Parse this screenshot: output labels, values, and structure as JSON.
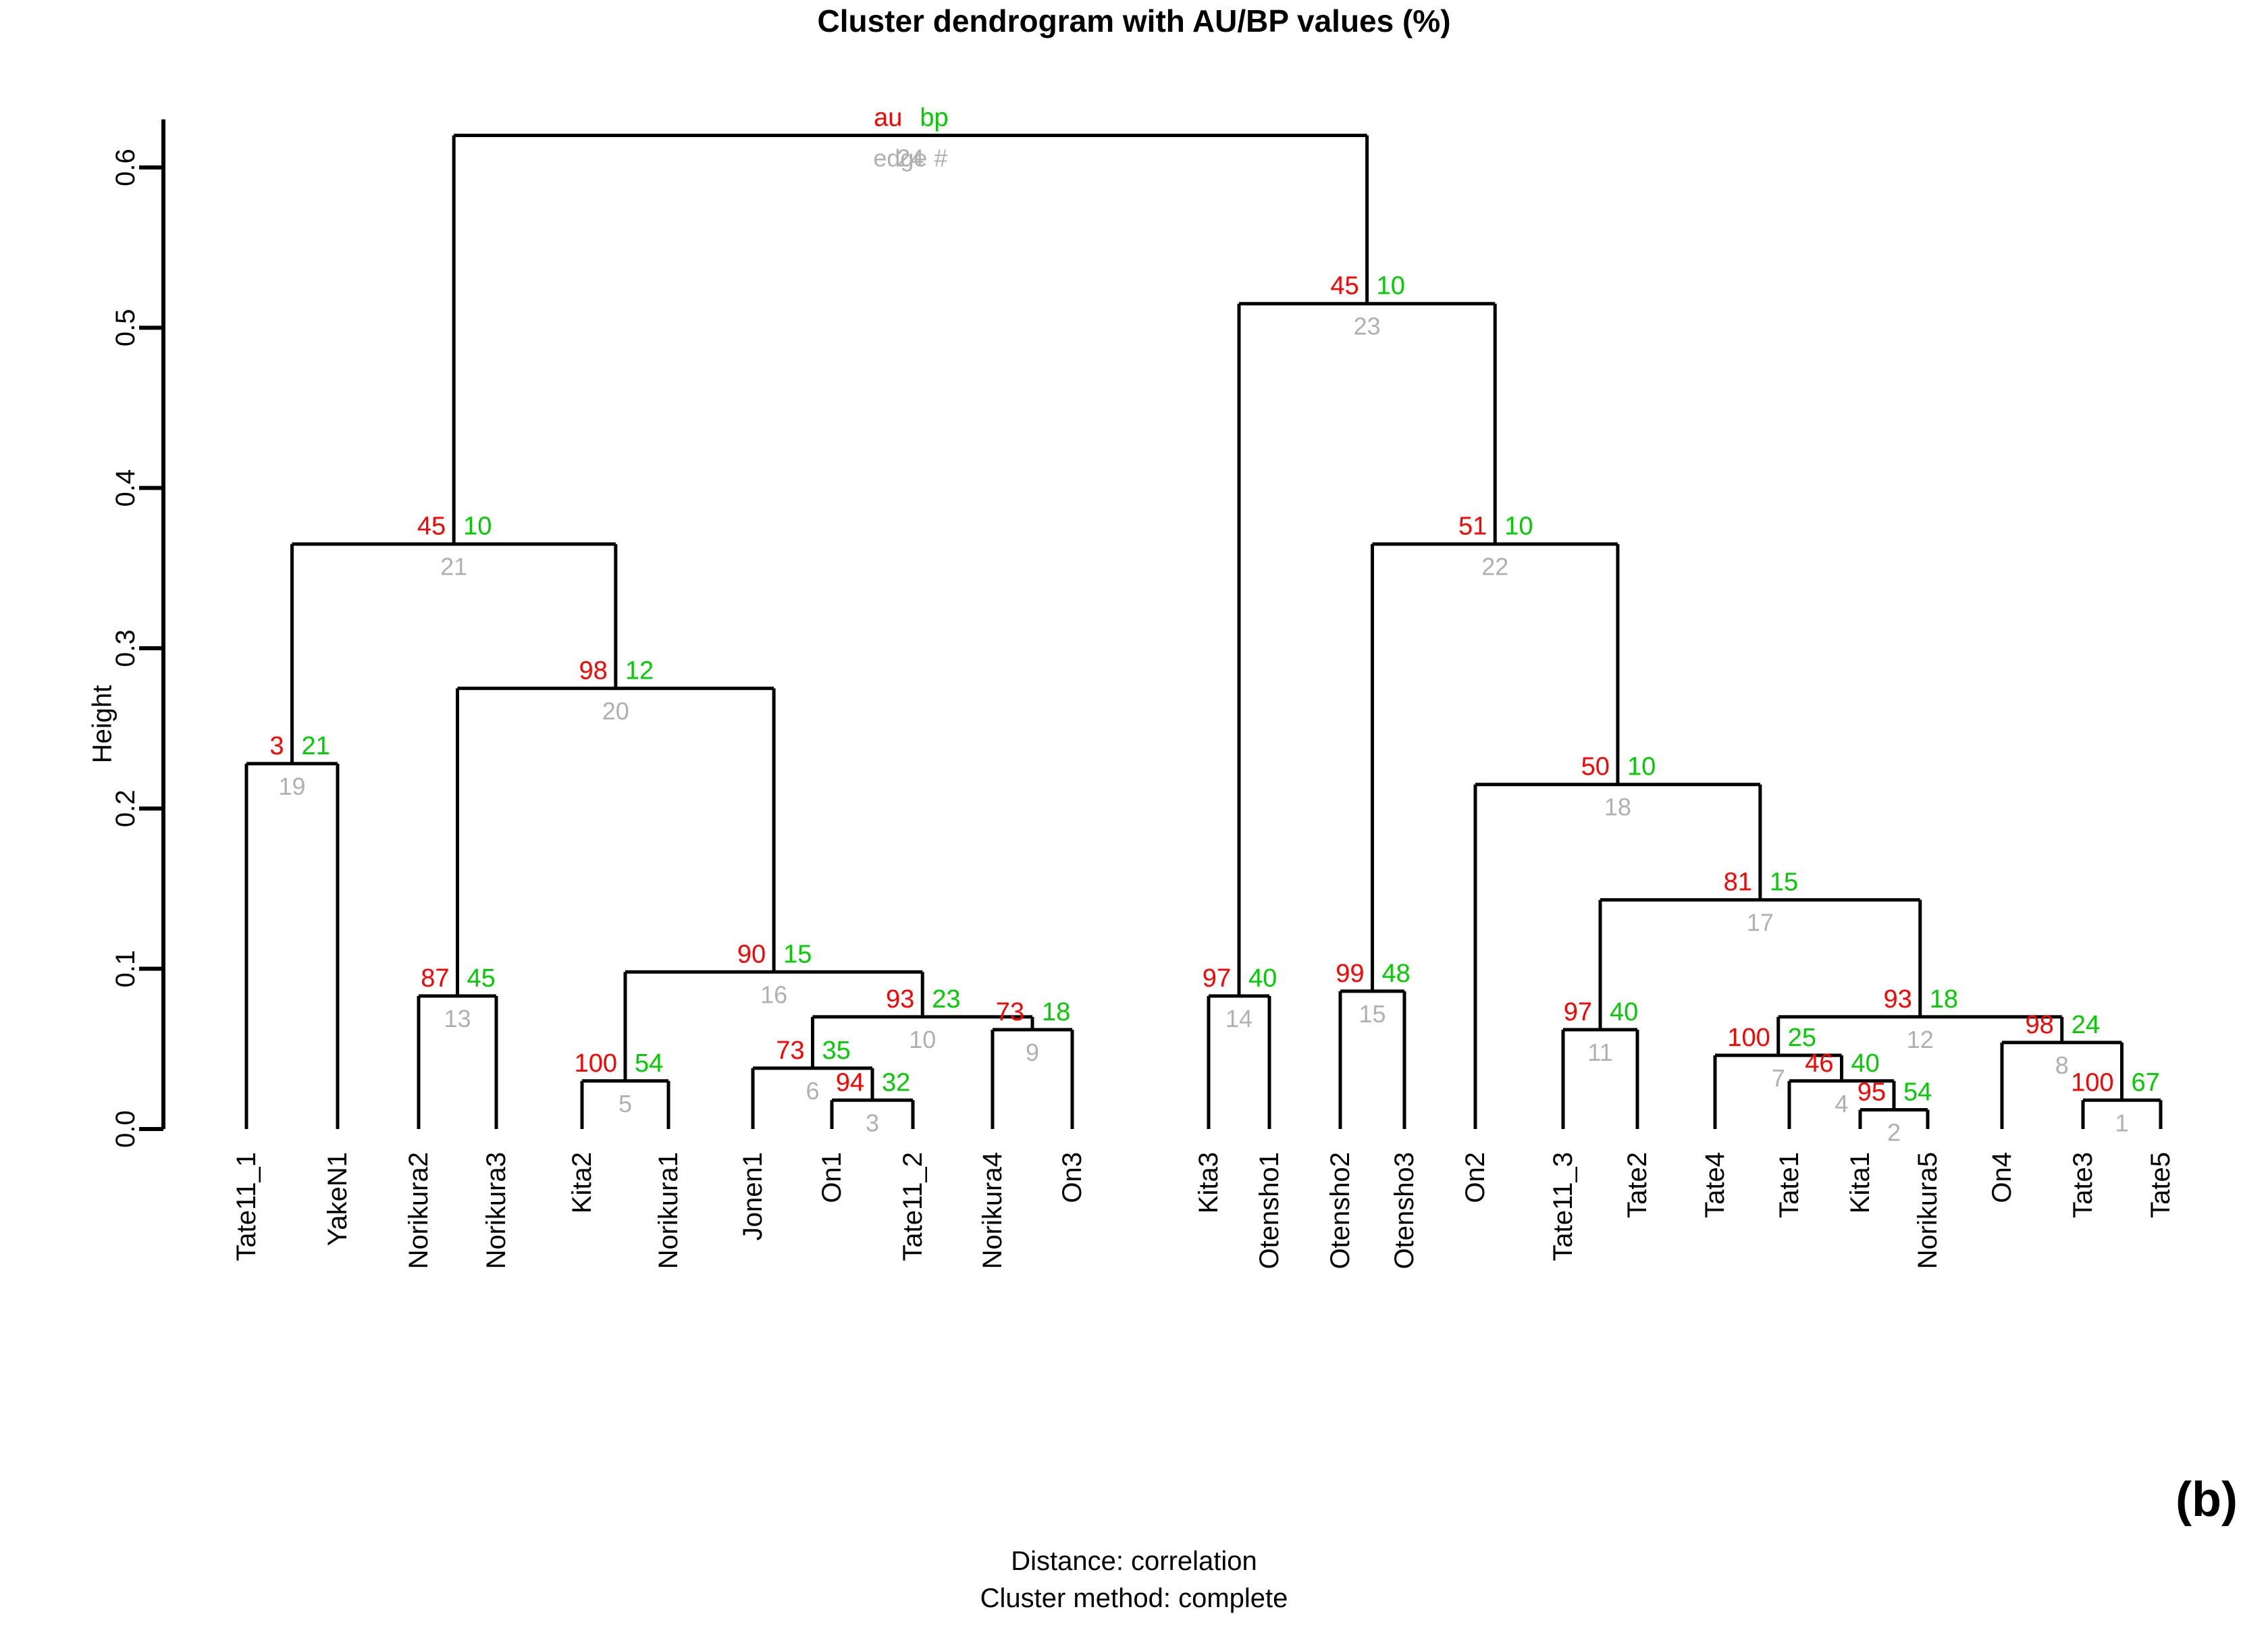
{
  "title": "Cluster dendrogram with AU/BP values (%)",
  "axis": {
    "ylabel": "Height",
    "ticks": [
      "0.0",
      "0.1",
      "0.2",
      "0.3",
      "0.4",
      "0.5",
      "0.6"
    ],
    "tick_values": [
      0.0,
      0.1,
      0.2,
      0.3,
      0.4,
      0.5,
      0.6
    ]
  },
  "legend": {
    "au": "au",
    "bp": "bp",
    "edge": "edge #"
  },
  "caption": {
    "distance": "Distance:  correlation",
    "method": "Cluster method: complete"
  },
  "panel_label": "(b)",
  "colors": {
    "au": "#ff0000",
    "bp": "#00cc00",
    "edge": "#b0b0b0",
    "branch": "#000000"
  },
  "chart_data": {
    "type": "dendrogram",
    "title": "Cluster dendrogram with AU/BP values (%)",
    "xlabel": "",
    "ylabel": "Height",
    "ylim": [
      0.0,
      0.63
    ],
    "grid": false,
    "distance": "correlation",
    "cluster_method": "complete",
    "leaves": [
      "Tate11_1",
      "YakeN1",
      "Norikura2",
      "Norikura3",
      "Kita2",
      "Norikura1",
      "Jonen1",
      "On1",
      "Tate11_2",
      "Norikura4",
      "On3",
      "Kita3",
      "Otensho1",
      "Otensho2",
      "Otensho3",
      "On2",
      "Tate11_3",
      "Tate2",
      "Tate4",
      "Tate1",
      "Kita1",
      "Norikura5",
      "On4",
      "Tate3",
      "Tate5"
    ],
    "nodes": [
      {
        "edge": 1,
        "au": 100,
        "bp": 67,
        "height": 0.018,
        "children": [
          "Tate3",
          "Tate5"
        ]
      },
      {
        "edge": 2,
        "au": 95,
        "bp": 54,
        "height": 0.012,
        "children": [
          "Kita1",
          "Norikura5"
        ]
      },
      {
        "edge": 3,
        "au": 94,
        "bp": 32,
        "height": 0.018,
        "children": [
          "On1",
          "Tate11_2"
        ]
      },
      {
        "edge": 4,
        "au": 46,
        "bp": 40,
        "height": 0.03,
        "children": [
          "Tate1",
          "node2"
        ]
      },
      {
        "edge": 5,
        "au": 100,
        "bp": 54,
        "height": 0.03,
        "children": [
          "Kita2",
          "Norikura1"
        ]
      },
      {
        "edge": 6,
        "au": 73,
        "bp": 35,
        "height": 0.038,
        "children": [
          "Jonen1",
          "node3"
        ]
      },
      {
        "edge": 7,
        "au": 100,
        "bp": 25,
        "height": 0.046,
        "children": [
          "Tate4",
          "node4"
        ]
      },
      {
        "edge": 8,
        "au": 98,
        "bp": 24,
        "height": 0.054,
        "children": [
          "On4",
          "node1"
        ]
      },
      {
        "edge": 9,
        "au": 73,
        "bp": 18,
        "height": 0.062,
        "children": [
          "Norikura4",
          "On3"
        ]
      },
      {
        "edge": 10,
        "au": 93,
        "bp": 23,
        "height": 0.07,
        "children": [
          "node6",
          "node9"
        ]
      },
      {
        "edge": 11,
        "au": 97,
        "bp": 40,
        "height": 0.062,
        "children": [
          "Tate11_3",
          "Tate2"
        ]
      },
      {
        "edge": 12,
        "au": 93,
        "bp": 18,
        "height": 0.07,
        "children": [
          "node7",
          "node8"
        ]
      },
      {
        "edge": 13,
        "au": 87,
        "bp": 45,
        "height": 0.083,
        "children": [
          "Norikura2",
          "Norikura3"
        ]
      },
      {
        "edge": 14,
        "au": 97,
        "bp": 40,
        "height": 0.083,
        "children": [
          "Kita3",
          "Otensho1"
        ]
      },
      {
        "edge": 15,
        "au": 99,
        "bp": 48,
        "height": 0.086,
        "children": [
          "Otensho2",
          "Otensho3"
        ]
      },
      {
        "edge": 16,
        "au": 90,
        "bp": 15,
        "height": 0.098,
        "children": [
          "node5",
          "node10"
        ]
      },
      {
        "edge": 17,
        "au": 81,
        "bp": 15,
        "height": 0.143,
        "children": [
          "node11",
          "node12"
        ]
      },
      {
        "edge": 18,
        "au": 50,
        "bp": 10,
        "height": 0.215,
        "children": [
          "On2",
          "node17"
        ]
      },
      {
        "edge": 19,
        "au": 3,
        "bp": 21,
        "height": 0.228,
        "children": [
          "Tate11_1",
          "YakeN1"
        ]
      },
      {
        "edge": 20,
        "au": 98,
        "bp": 12,
        "height": 0.275,
        "children": [
          "node13",
          "node16"
        ]
      },
      {
        "edge": 21,
        "au": 45,
        "bp": 10,
        "height": 0.365,
        "children": [
          "node19",
          "node20"
        ]
      },
      {
        "edge": 22,
        "au": 51,
        "bp": 10,
        "height": 0.365,
        "children": [
          "node15",
          "node18"
        ]
      },
      {
        "edge": 23,
        "au": 45,
        "bp": 10,
        "height": 0.515,
        "children": [
          "node14",
          "node22"
        ]
      },
      {
        "edge": 24,
        "au": null,
        "bp": null,
        "height": 0.62,
        "children": [
          "node21",
          "node23"
        ]
      }
    ]
  }
}
